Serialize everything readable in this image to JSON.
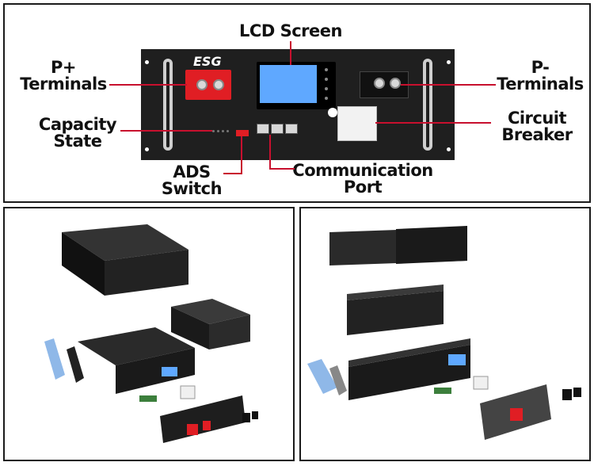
{
  "labels": {
    "lcd_screen": "LCD Screen",
    "p_plus_line1": "P+",
    "p_plus_line2": "Terminals",
    "p_minus_line1": "P-",
    "p_minus_line2": "Terminals",
    "capacity_line1": "Capacity",
    "capacity_line2": "State",
    "breaker_line1": "Circuit",
    "breaker_line2": "Breaker",
    "ads_line1": "ADS",
    "ads_line2": "Switch",
    "comm_line1": "Communication",
    "comm_line2": "Port"
  },
  "colors": {
    "leader_line": "#c8102e",
    "terminal_red": "#e01e24",
    "lcd_blue": "#5fa8ff"
  }
}
